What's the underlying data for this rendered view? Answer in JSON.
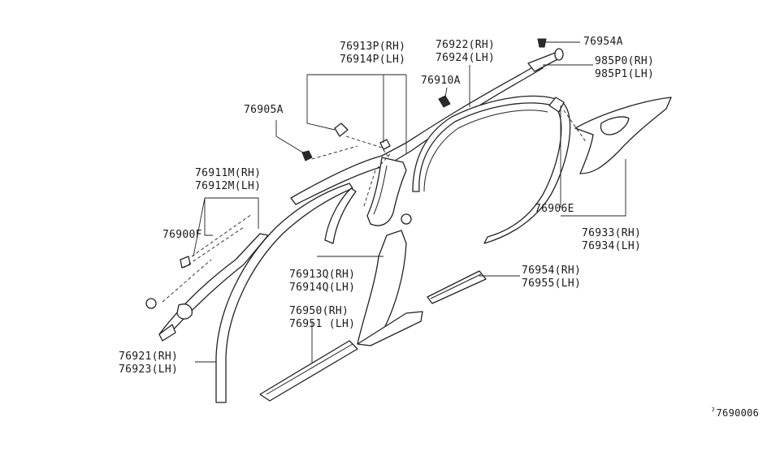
{
  "diagram": {
    "labels": {
      "p76913P": "76913P(RH)",
      "p76914P": "76914P(LH)",
      "p76922": "76922(RH)",
      "p76924": "76924(LH)",
      "p76954A": "76954A",
      "p985P0": "985P0(RH)",
      "p985P1": "985P1(LH)",
      "p76910A": "76910A",
      "p76905A": "76905A",
      "p76911M": "76911M(RH)",
      "p76912M": "76912M(LH)",
      "p76900F": "76900F",
      "p76906E": "76906E",
      "p76933": "76933(RH)",
      "p76934": "76934(LH)",
      "p76913Q": "76913Q(RH)",
      "p76914Q": "76914Q(LH)",
      "p76954": "76954(RH)",
      "p76955": "76955(LH)",
      "p76950": "76950(RH)",
      "p76951": "76951 (LH)",
      "p76921": "76921(RH)",
      "p76923": "76923(LH)",
      "ref": "ˀ7690006"
    }
  }
}
